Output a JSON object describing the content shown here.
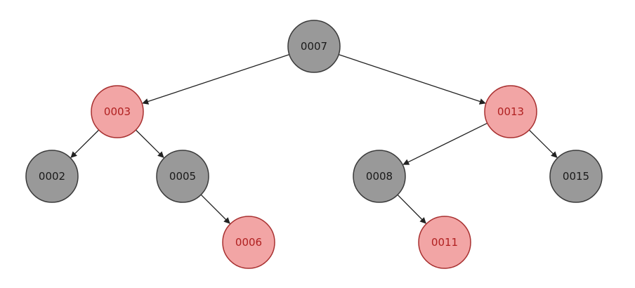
{
  "diagram": {
    "type": "red-black-tree",
    "colors": {
      "black_fill": "#999999",
      "black_stroke": "#3a3a3a",
      "black_text": "#1a1a1a",
      "red_fill": "#f2a5a5",
      "red_stroke": "#a83030",
      "red_text": "#b02020",
      "edge": "#222222"
    },
    "nodes": [
      {
        "id": "n7",
        "label": "0007",
        "color": "black",
        "parent": null
      },
      {
        "id": "n3",
        "label": "0003",
        "color": "red",
        "parent": "n7"
      },
      {
        "id": "n13",
        "label": "0013",
        "color": "red",
        "parent": "n7"
      },
      {
        "id": "n2",
        "label": "0002",
        "color": "black",
        "parent": "n3"
      },
      {
        "id": "n5",
        "label": "0005",
        "color": "black",
        "parent": "n3"
      },
      {
        "id": "n8",
        "label": "0008",
        "color": "black",
        "parent": "n13"
      },
      {
        "id": "n15",
        "label": "0015",
        "color": "black",
        "parent": "n13"
      },
      {
        "id": "n6",
        "label": "0006",
        "color": "red",
        "parent": "n5"
      },
      {
        "id": "n11",
        "label": "0011",
        "color": "red",
        "parent": "n8"
      }
    ]
  }
}
